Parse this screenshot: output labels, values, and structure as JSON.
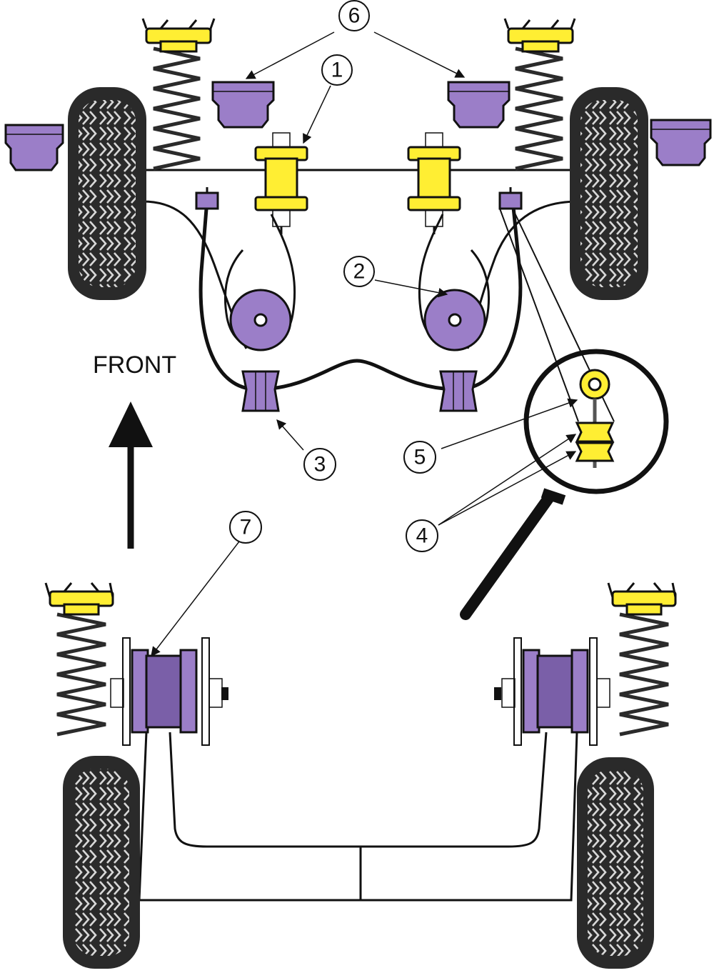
{
  "colors": {
    "poly_purple": "#9b7ec8",
    "poly_purple_dark": "#7a5fa8",
    "poly_yellow": "#ffee33",
    "tyre": "#2a2a2a",
    "tread": "#d8d8d8"
  },
  "labels": {
    "front": "FRONT"
  },
  "callouts": [
    {
      "id": "1",
      "label": "1"
    },
    {
      "id": "2",
      "label": "2"
    },
    {
      "id": "3",
      "label": "3"
    },
    {
      "id": "4",
      "label": "4"
    },
    {
      "id": "5",
      "label": "5"
    },
    {
      "id": "6",
      "label": "6"
    },
    {
      "id": "7",
      "label": "7"
    }
  ]
}
